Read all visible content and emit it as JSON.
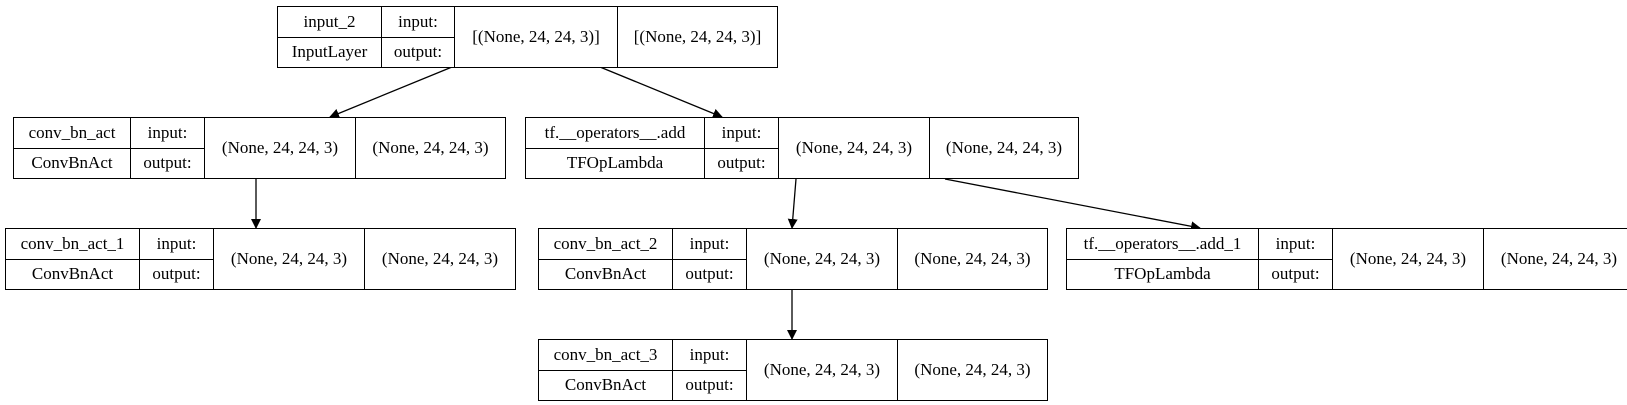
{
  "nodes": [
    {
      "id": "input_2",
      "name": "input_2",
      "type": "InputLayer",
      "in_label": "input:",
      "out_label": "output:",
      "input_shape": "[(None, 24, 24, 3)]",
      "output_shape": "[(None, 24, 24, 3)]"
    },
    {
      "id": "conv_bn_act",
      "name": "conv_bn_act",
      "type": "ConvBnAct",
      "in_label": "input:",
      "out_label": "output:",
      "input_shape": "(None, 24, 24, 3)",
      "output_shape": "(None, 24, 24, 3)"
    },
    {
      "id": "tf_add",
      "name": "tf.__operators__.add",
      "type": "TFOpLambda",
      "in_label": "input:",
      "out_label": "output:",
      "input_shape": "(None, 24, 24, 3)",
      "output_shape": "(None, 24, 24, 3)"
    },
    {
      "id": "conv_bn_act_1",
      "name": "conv_bn_act_1",
      "type": "ConvBnAct",
      "in_label": "input:",
      "out_label": "output:",
      "input_shape": "(None, 24, 24, 3)",
      "output_shape": "(None, 24, 24, 3)"
    },
    {
      "id": "conv_bn_act_2",
      "name": "conv_bn_act_2",
      "type": "ConvBnAct",
      "in_label": "input:",
      "out_label": "output:",
      "input_shape": "(None, 24, 24, 3)",
      "output_shape": "(None, 24, 24, 3)"
    },
    {
      "id": "tf_add_1",
      "name": "tf.__operators__.add_1",
      "type": "TFOpLambda",
      "in_label": "input:",
      "out_label": "output:",
      "input_shape": "(None, 24, 24, 3)",
      "output_shape": "(None, 24, 24, 3)"
    },
    {
      "id": "conv_bn_act_3",
      "name": "conv_bn_act_3",
      "type": "ConvBnAct",
      "in_label": "input:",
      "out_label": "output:",
      "input_shape": "(None, 24, 24, 3)",
      "output_shape": "(None, 24, 24, 3)"
    }
  ],
  "edges": [
    {
      "from": "input_2",
      "to": "conv_bn_act"
    },
    {
      "from": "input_2",
      "to": "tf_add"
    },
    {
      "from": "conv_bn_act",
      "to": "conv_bn_act_1"
    },
    {
      "from": "tf_add",
      "to": "conv_bn_act_2"
    },
    {
      "from": "tf_add",
      "to": "tf_add_1"
    },
    {
      "from": "conv_bn_act_2",
      "to": "conv_bn_act_3"
    }
  ],
  "colors": {
    "line": "#000000",
    "background": "#ffffff"
  }
}
